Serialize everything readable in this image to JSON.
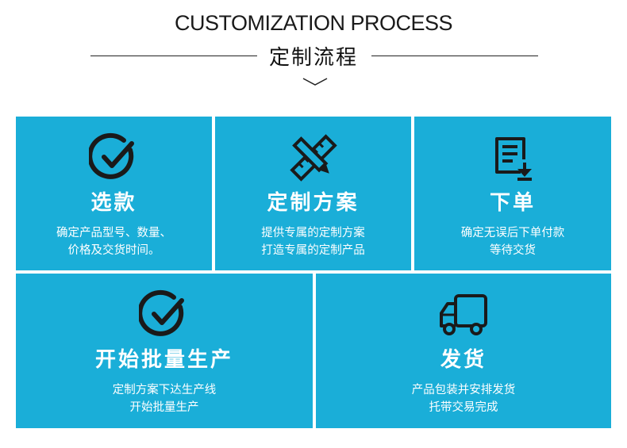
{
  "header": {
    "title_en": "CUSTOMIZATION PROCESS",
    "title_zh": "定制流程"
  },
  "steps": [
    {
      "icon": "check-circle-icon",
      "title": "选款",
      "desc_line1": "确定产品型号、数量、",
      "desc_line2": "价格及交货时间。"
    },
    {
      "icon": "pencil-ruler-icon",
      "title": "定制方案",
      "desc_line1": "提供专属的定制方案",
      "desc_line2": "打造专属的定制产品"
    },
    {
      "icon": "order-document-icon",
      "title": "下单",
      "desc_line1": "确定无误后下单付款",
      "desc_line2": "等待交货"
    },
    {
      "icon": "check-circle-icon",
      "title": "开始批量生产",
      "desc_line1": "定制方案下达生产线",
      "desc_line2": "开始批量生产"
    },
    {
      "icon": "delivery-truck-icon",
      "title": "发货",
      "desc_line1": "产品包装并安排发货",
      "desc_line2": "托带交易完成"
    }
  ],
  "colors": {
    "card_bg": "#1aaed8",
    "text": "#ffffff",
    "icon": "#1a1a1a"
  }
}
